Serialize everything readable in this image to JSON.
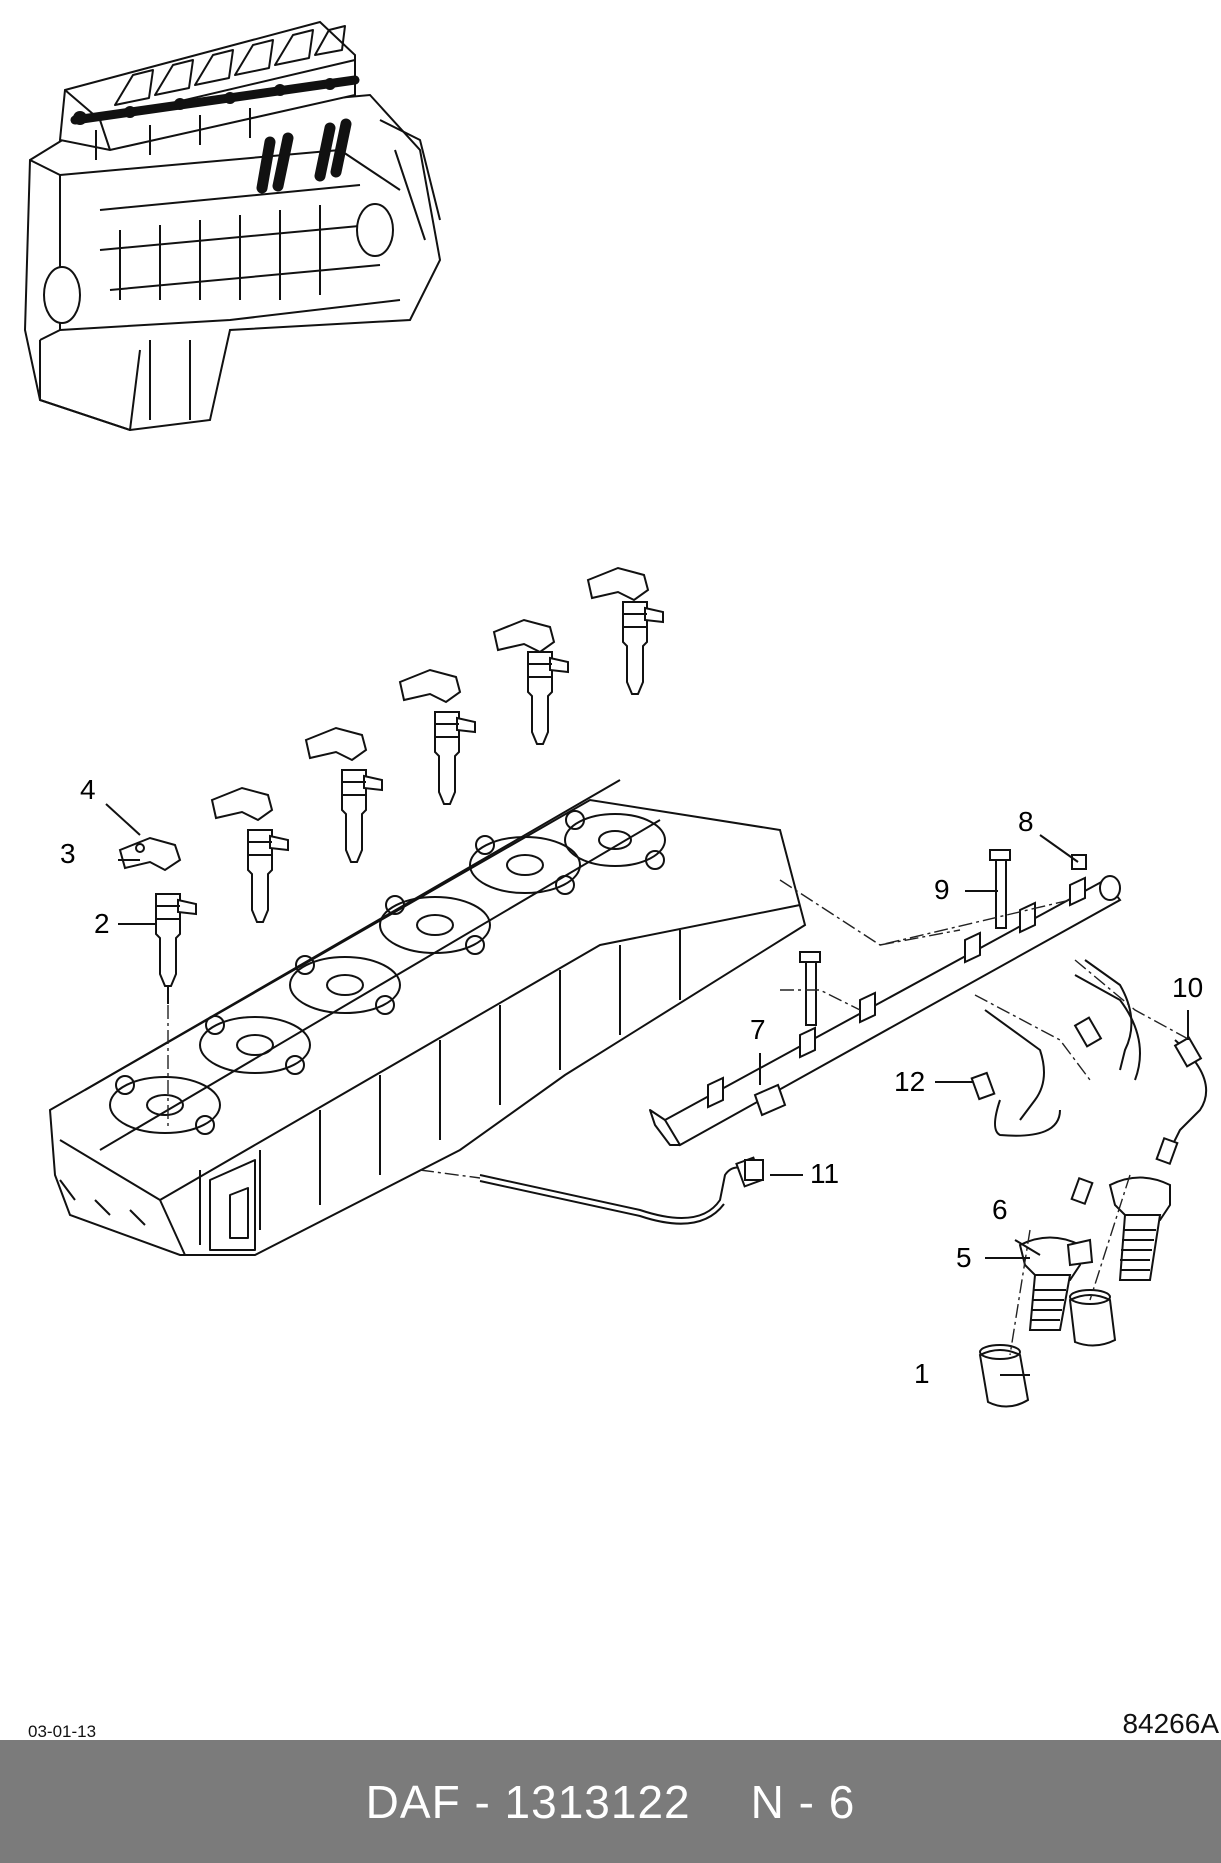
{
  "diagram": {
    "callouts": [
      {
        "id": "1",
        "label": "1"
      },
      {
        "id": "2",
        "label": "2"
      },
      {
        "id": "3",
        "label": "3"
      },
      {
        "id": "4",
        "label": "4"
      },
      {
        "id": "5",
        "label": "5"
      },
      {
        "id": "6",
        "label": "6"
      },
      {
        "id": "7",
        "label": "7"
      },
      {
        "id": "8",
        "label": "8"
      },
      {
        "id": "9",
        "label": "9"
      },
      {
        "id": "10",
        "label": "10"
      },
      {
        "id": "11",
        "label": "11"
      },
      {
        "id": "12",
        "label": "12"
      }
    ],
    "date_code": "03-01-13",
    "drawing_number": "84266A"
  },
  "footer": {
    "part_ref": "DAF - 1313122",
    "page_ref": "N - 6",
    "background": "#7b7b7b",
    "text_color": "#ffffff"
  }
}
